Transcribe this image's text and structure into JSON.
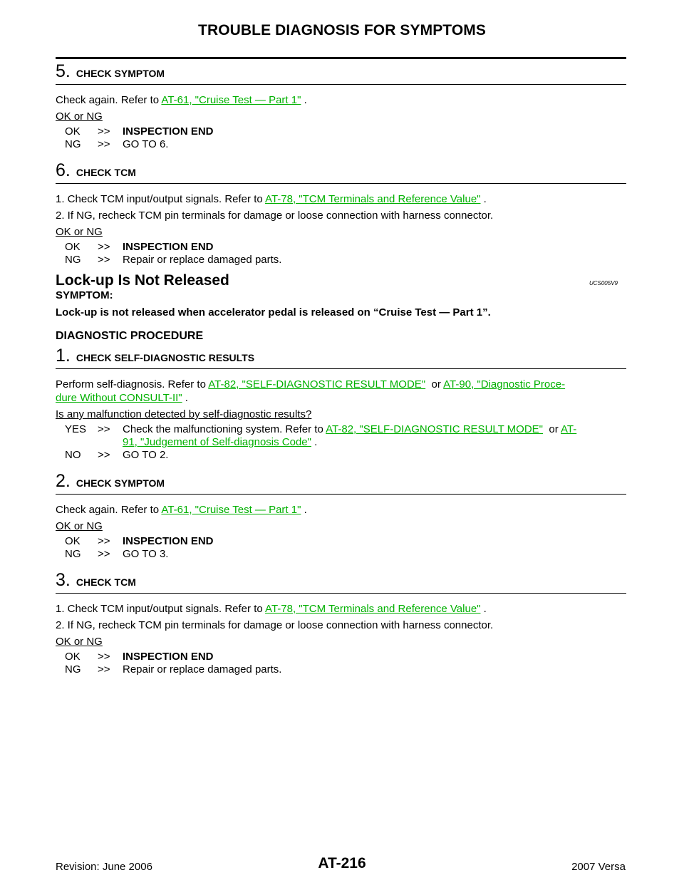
{
  "header": {
    "title": "TROUBLE DIAGNOSIS FOR SYMPTOMS"
  },
  "step5": {
    "num": "5.",
    "title": "CHECK SYMPTOM",
    "text_prefix": "Check again. Refer to ",
    "link": "AT-61, \"Cruise Test — Part 1\"",
    "text_suffix": " .",
    "ok_ng": "OK or NG",
    "ok_code": "OK",
    "ok_arrow": ">>",
    "ok_text": "INSPECTION END",
    "ng_code": "NG",
    "ng_arrow": ">>",
    "ng_text": "GO TO 6."
  },
  "step6": {
    "num": "6.",
    "title": "CHECK TCM",
    "item1_prefix": "1.   Check TCM input/output signals. Refer to ",
    "item1_link": "AT-78, \"TCM Terminals and Reference Value\"",
    "item1_suffix": " .",
    "item2": "2.   If NG, recheck TCM pin terminals for damage or loose connection with harness connector.",
    "ok_ng": "OK or NG",
    "ok_code": "OK",
    "ok_arrow": ">>",
    "ok_text": "INSPECTION END",
    "ng_code": "NG",
    "ng_arrow": ">>",
    "ng_text": "Repair or replace damaged parts."
  },
  "section": {
    "title": "Lock-up Is Not Released",
    "code": "UCS005V9",
    "symptom_label": "SYMPTOM:",
    "symptom_text": "Lock-up is not released when accelerator pedal is released on “Cruise Test — Part 1”.",
    "procedure_label": "DIAGNOSTIC PROCEDURE"
  },
  "step1": {
    "num": "1.",
    "title": "CHECK SELF-DIAGNOSTIC RESULTS",
    "text_prefix": "Perform self-diagnosis. Refer to ",
    "link1": "AT-82, \"SELF-DIAGNOSTIC RESULT MODE\"",
    "text_mid": "  or ",
    "link2a": "AT-90, \"Diagnostic Proce-",
    "link2b": "dure Without CONSULT-II\"",
    "text_suffix": " .",
    "question": "Is any malfunction detected by self-diagnostic results?",
    "yes_code": "YES",
    "yes_arrow": ">>",
    "yes_prefix": "Check the malfunctioning system. Refer to ",
    "yes_link1": "AT-82, \"SELF-DIAGNOSTIC RESULT MODE\"",
    "yes_mid": "  or ",
    "yes_link2a": "AT-",
    "yes_link2b": "91, \"Judgement of Self-diagnosis Code\"",
    "yes_suffix": " .",
    "no_code": "NO",
    "no_arrow": ">>",
    "no_text": "GO TO 2."
  },
  "step2": {
    "num": "2.",
    "title": "CHECK SYMPTOM",
    "text_prefix": "Check again. Refer to ",
    "link": "AT-61, \"Cruise Test — Part 1\"",
    "text_suffix": " .",
    "ok_ng": "OK or NG",
    "ok_code": "OK",
    "ok_arrow": ">>",
    "ok_text": "INSPECTION END",
    "ng_code": "NG",
    "ng_arrow": ">>",
    "ng_text": "GO TO 3."
  },
  "step3": {
    "num": "3.",
    "title": "CHECK TCM",
    "item1_prefix": "1.   Check TCM input/output signals. Refer to ",
    "item1_link": "AT-78, \"TCM Terminals and Reference Value\"",
    "item1_suffix": " .",
    "item2": "2.   If NG, recheck TCM pin terminals for damage or loose connection with harness connector.",
    "ok_ng": "OK or NG",
    "ok_code": "OK",
    "ok_arrow": ">>",
    "ok_text": "INSPECTION END",
    "ng_code": "NG",
    "ng_arrow": ">>",
    "ng_text": "Repair or replace damaged parts."
  },
  "footer": {
    "revision": "Revision: June 2006",
    "page": "AT-216",
    "model": "2007 Versa"
  },
  "colors": {
    "link": "#00b000"
  }
}
